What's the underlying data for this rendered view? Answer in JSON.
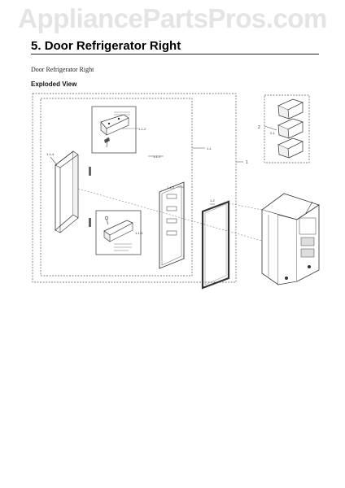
{
  "watermark": "AppliancePartsPros.com",
  "section": {
    "number": "5.",
    "title": "Door Refrigerator Right"
  },
  "subtitle": "Door Refrigerator Right",
  "view_label": "Exploded View",
  "callouts": {
    "assembly": "1",
    "bins": "2",
    "bin_item": "2-1",
    "sub_assembly": "1-1",
    "door_foam": "1-1-1",
    "hinge_upper": "1-1-2",
    "hinge_lower": "1-1-3",
    "gasket": "1-2",
    "cap": "1-1-4",
    "door_liner": "1-1-5"
  },
  "colors": {
    "line": "#333333",
    "dash": "#555555",
    "watermark": "#e4e4e4"
  }
}
